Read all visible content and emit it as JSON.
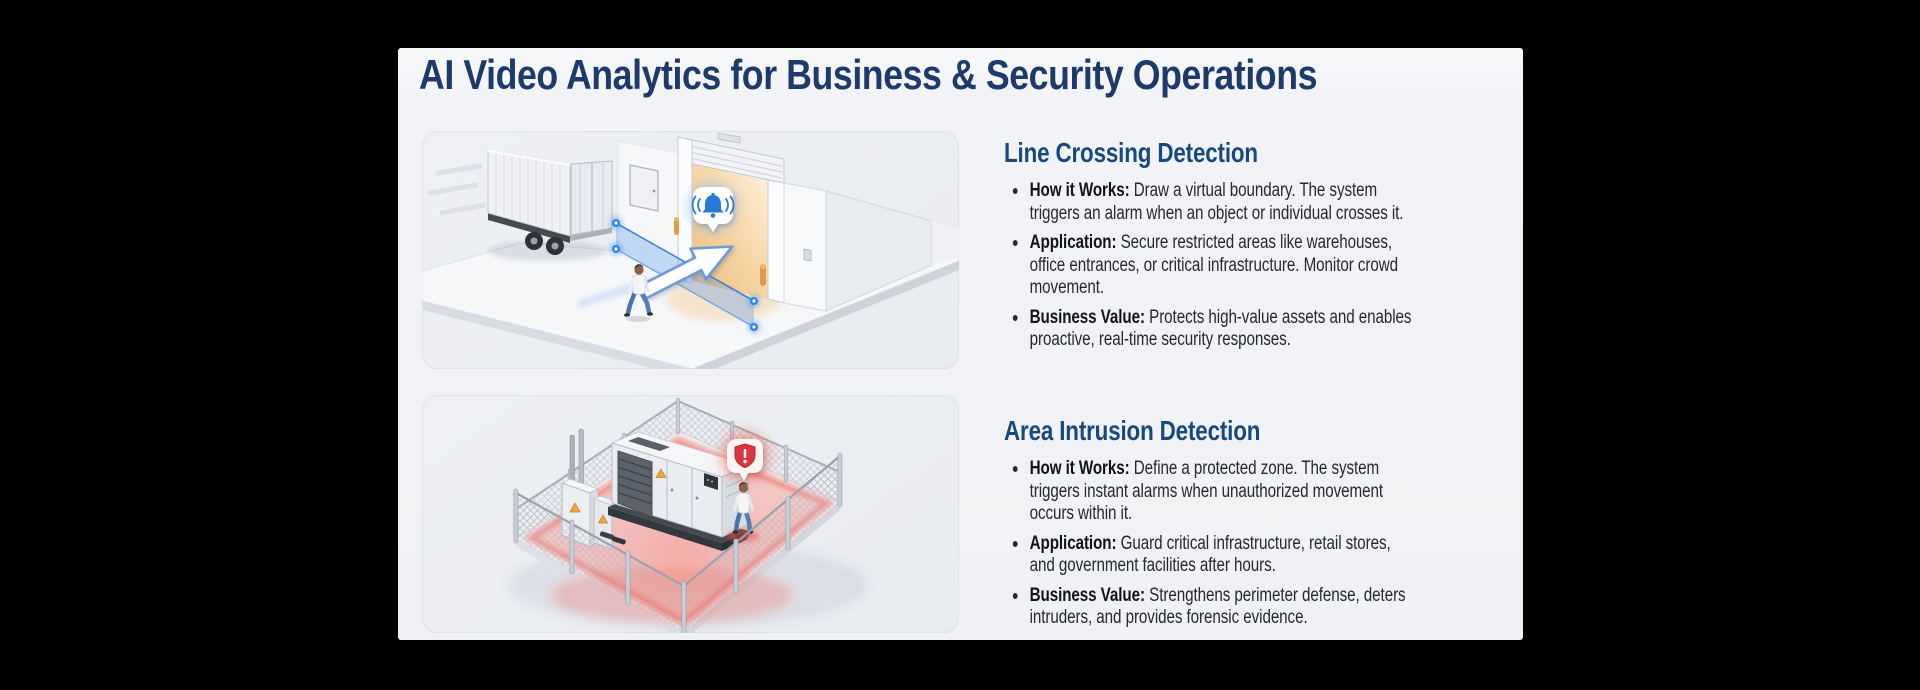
{
  "title": "AI Video Analytics for Business & Security Operations",
  "colors": {
    "page_background": "#000000",
    "panel_background": "#f2f3f6",
    "title_blue": "#1d3a6b",
    "heading_blue": "#17497f",
    "body_text": "#26292e",
    "virtual_line_blue": "#3c86dd",
    "alarm_warm_orange": "#e8a554",
    "alert_red": "#d8353c",
    "intrusion_zone_red": "#f26052"
  },
  "icons": {
    "alarm_bell": "bell-with-sound-waves",
    "crossing_arrow": "up-right-arrow",
    "alert_shield": "shield-with-exclamation",
    "warning_triangle": "orange-warning-triangle"
  },
  "sections": [
    {
      "heading": "Line Crossing Detection",
      "illustration": "isometric warehouse dock: truck, open roll-up door with alarm bell, blue virtual boundary line with nodes, arrow crossing it, walking person",
      "bullets": [
        {
          "label": "How it Works:",
          "text": "Draw a virtual boundary. The system\ntriggers an alarm when an object or individual crosses it."
        },
        {
          "label": "Application:",
          "text": "Secure restricted areas like warehouses,\noffice entrances, or critical infrastructure. Monitor crowd\nmovement."
        },
        {
          "label": "Business Value:",
          "text": "Protects high-value assets and enables\nproactive, real-time security responses."
        }
      ]
    },
    {
      "heading": "Area Intrusion Detection",
      "illustration": "isometric fenced compound: generator unit, chain-link fence, red protected zone, intruder walking inside, red alert shield badge",
      "bullets": [
        {
          "label": "How it Works:",
          "text": "Define a protected zone. The system\ntriggers instant alarms when unauthorized movement\noccurs within it."
        },
        {
          "label": "Application:",
          "text": "Guard critical infrastructure, retail stores,\nand government facilities after hours."
        },
        {
          "label": "Business Value:",
          "text": "Strengthens perimeter defense, deters\nintruders, and provides forensic evidence."
        }
      ]
    }
  ]
}
